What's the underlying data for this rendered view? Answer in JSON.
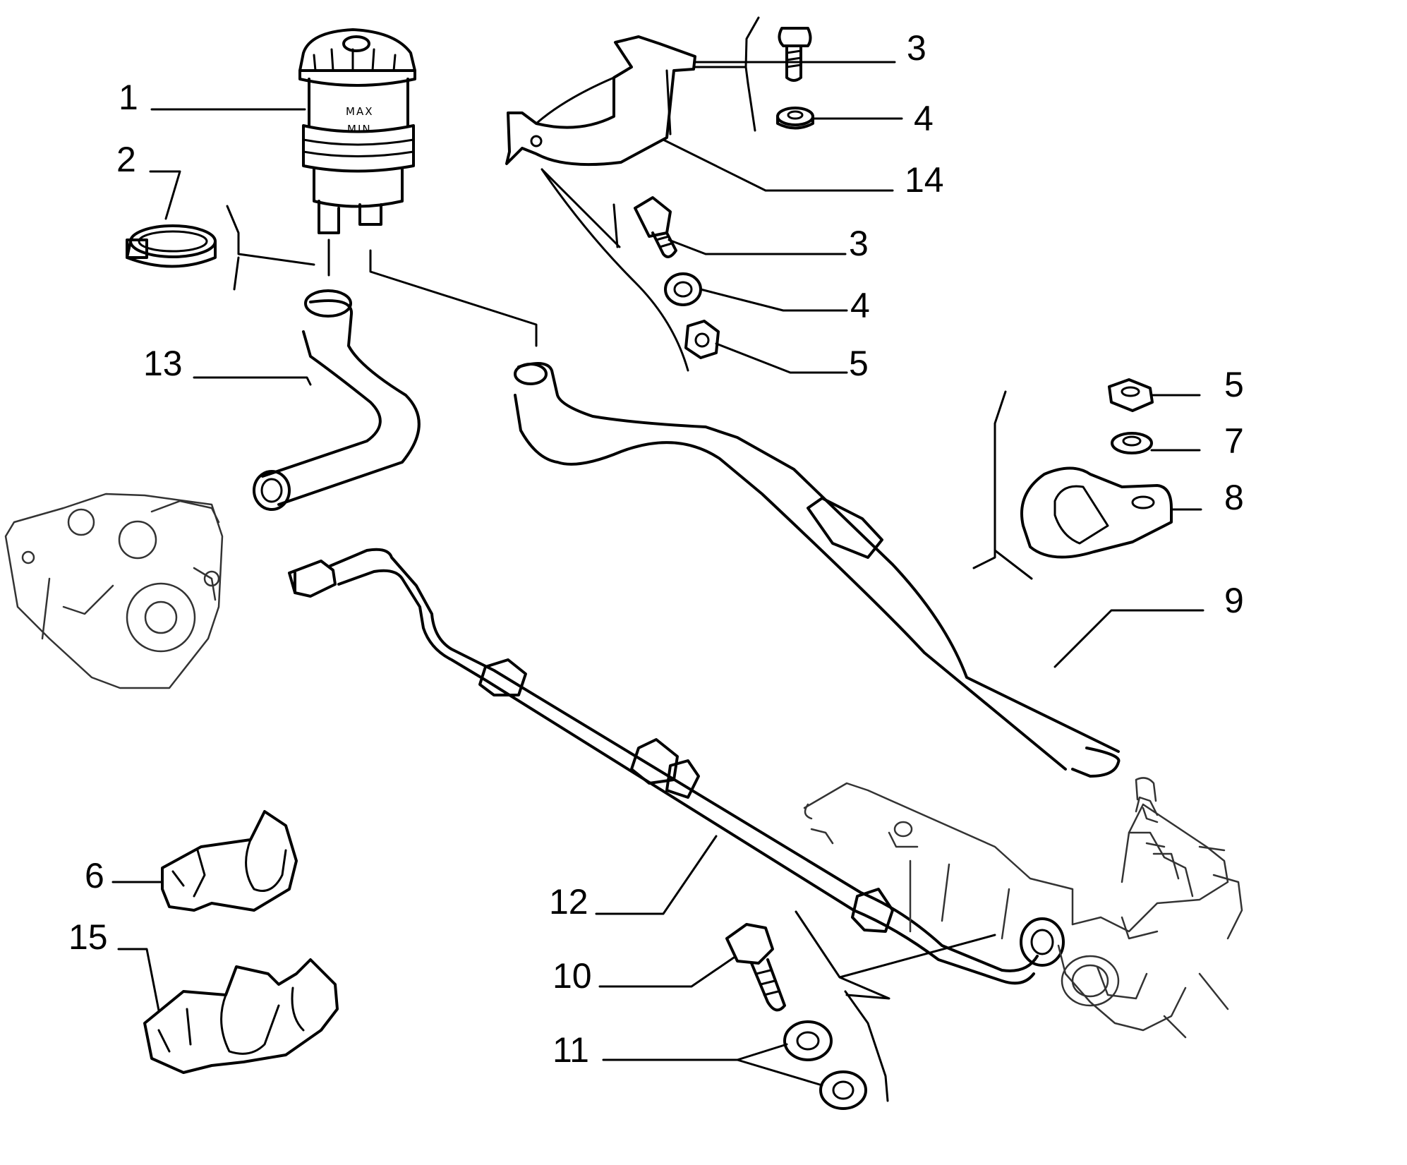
{
  "diagram": {
    "callouts": [
      {
        "id": "c1",
        "text": "1"
      },
      {
        "id": "c2",
        "text": "2"
      },
      {
        "id": "c3a",
        "text": "3"
      },
      {
        "id": "c4a",
        "text": "4"
      },
      {
        "id": "c14",
        "text": "14"
      },
      {
        "id": "c3b",
        "text": "3"
      },
      {
        "id": "c4b",
        "text": "4"
      },
      {
        "id": "c5a",
        "text": "5"
      },
      {
        "id": "c13",
        "text": "13"
      },
      {
        "id": "c5b",
        "text": "5"
      },
      {
        "id": "c7",
        "text": "7"
      },
      {
        "id": "c8",
        "text": "8"
      },
      {
        "id": "c9",
        "text": "9"
      },
      {
        "id": "c6",
        "text": "6"
      },
      {
        "id": "c15",
        "text": "15"
      },
      {
        "id": "c12",
        "text": "12"
      },
      {
        "id": "c10",
        "text": "10"
      },
      {
        "id": "c11",
        "text": "11"
      }
    ],
    "reservoir_marks": {
      "max": "MAX",
      "min": "MIN"
    }
  }
}
